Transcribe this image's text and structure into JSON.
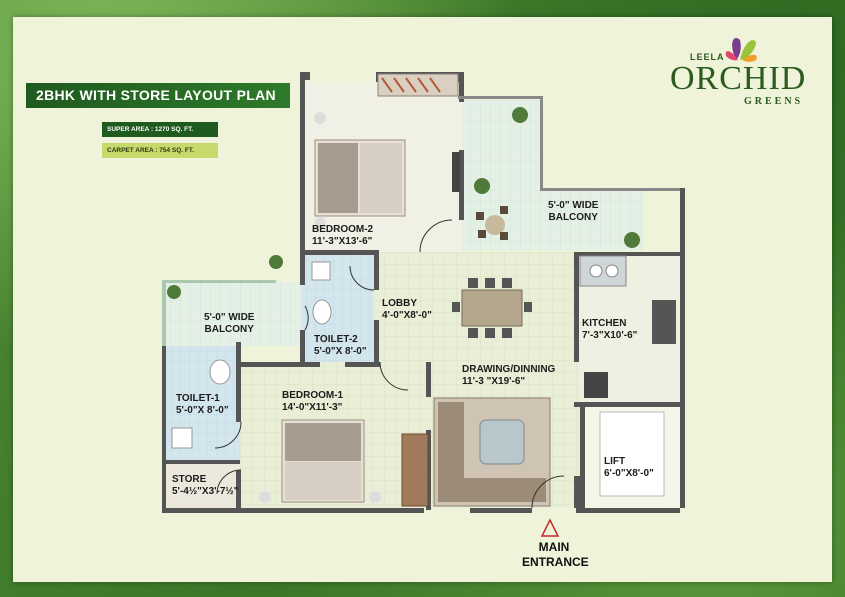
{
  "title": "2BHK WITH STORE LAYOUT PLAN",
  "super_area": "SUPER AREA : 1270 SQ. FT.",
  "carpet_area": "CARPET AREA : 754 SQ. FT.",
  "logo": {
    "top": "LEELA",
    "main": "ORCHID",
    "sub": "GREENS"
  },
  "rooms": {
    "bedroom2": {
      "name": "BEDROOM-2",
      "dim": "11'-3\"X13'-6\""
    },
    "balcony_top": {
      "name": "5'-0\" WIDE",
      "name2": "BALCONY"
    },
    "balcony_left": {
      "name": "5'-0\" WIDE",
      "name2": "BALCONY"
    },
    "lobby": {
      "name": "LOBBY",
      "dim": "4'-0\"X8'-0\""
    },
    "kitchen": {
      "name": "KITCHEN",
      "dim": "7'-3\"X10'-6\""
    },
    "toilet2": {
      "name": "TOILET-2",
      "dim": "5'-0\"X 8'-0\""
    },
    "toilet1": {
      "name": "TOILET-1",
      "dim": "5'-0\"X 8'-0\""
    },
    "drawing": {
      "name": "DRAWING/DINNING",
      "dim": "11'-3 \"X19'-6\""
    },
    "bedroom1": {
      "name": "BEDROOM-1",
      "dim": "14'-0\"X11'-3\""
    },
    "store": {
      "name": "STORE",
      "dim": "5'-4½\"X3'-7½\""
    },
    "lift": {
      "name": "LIFT",
      "dim": "6'-0\"X8'-0\""
    }
  },
  "entrance": {
    "line1": "MAIN",
    "line2": "ENTRANCE"
  },
  "colors": {
    "banner": "#1f5a1f",
    "panel": "#eef3d9",
    "wall": "#555555",
    "toilet": "#cfe3ec",
    "floor": "#f2ecd9"
  }
}
